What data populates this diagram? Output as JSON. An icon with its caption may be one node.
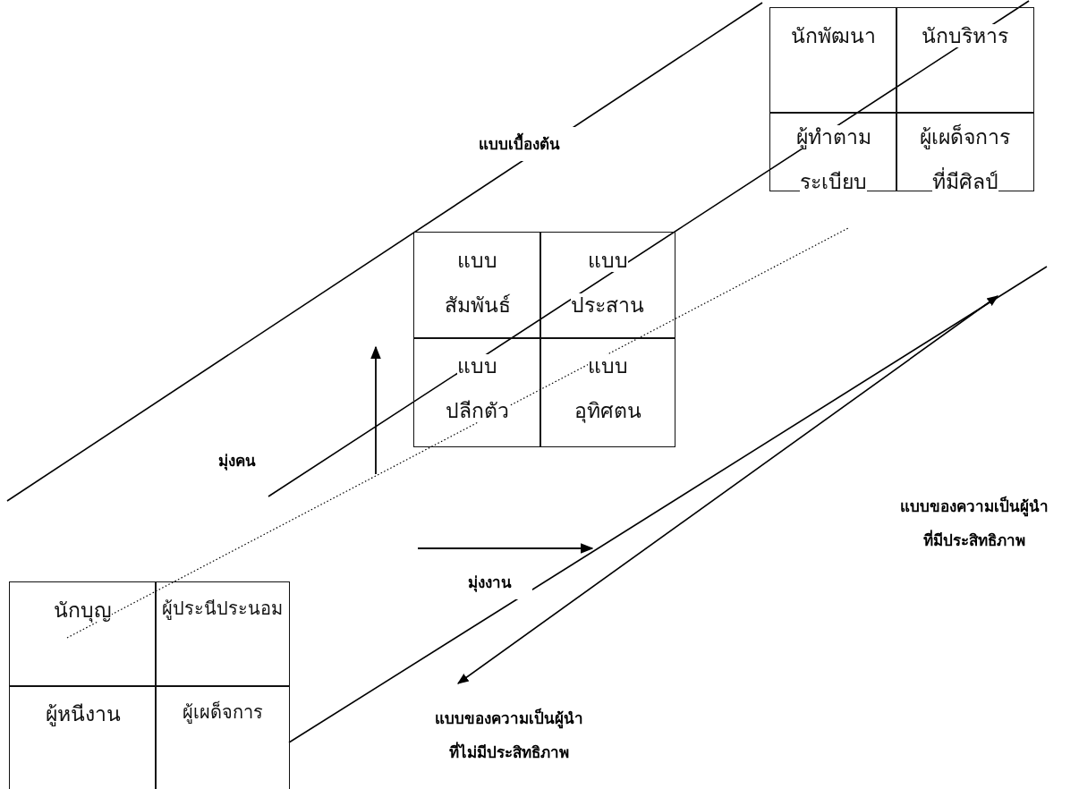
{
  "diagram": {
    "nodes": [
      {
        "text": [
          "นักพัฒนา"
        ]
      },
      {
        "text": [
          "นักบริหาร"
        ]
      },
      {
        "text": [
          "ผู้ทำตามระเบียบ"
        ]
      },
      {
        "text": [
          "ผู้เผด็จการที่มีศิลป์"
        ]
      },
      {
        "text": [
          "แบบสัมพันธ์"
        ]
      },
      {
        "text": [
          "แบบประสาน"
        ]
      },
      {
        "text": [
          "แบบปลีกตัว"
        ]
      },
      {
        "text": [
          "แบบอุทิศตน"
        ]
      },
      {
        "text": [
          "นักบุญ"
        ]
      },
      {
        "text": [
          "ผู้ประนีประนอม"
        ]
      },
      {
        "text": [
          "ผู้หนีงาน"
        ]
      },
      {
        "text": [
          "ผู้เผด็จการ"
        ]
      }
    ],
    "labels": [
      "แบบเบื้องต้น",
      "มุ่งคน",
      "มุ่งงาน",
      "แบบของความเป็นผู้นำที่มีประสิทธิภาพ",
      "แบบของความเป็นผู้นำที่ไม่มีประสิทธิภาพ"
    ]
  }
}
